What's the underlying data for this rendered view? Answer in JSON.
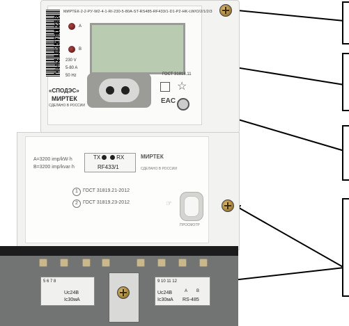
{
  "meter": {
    "model_line": "МИРТЕК-2-2-РУ-W2-4-1-RI-230-5-80A-ST-RS485-RF433/1-D1-P2-HK-LW/O/2/1/2/3",
    "serial_number": "421025741238",
    "serial_prefix": "№",
    "led_a_label": "A",
    "led_b_label": "B",
    "voltage": "230 V",
    "current": "5-80 A",
    "frequency": "50 Hz",
    "standard_top": "ГОСТ 31818.11",
    "brand_line1": "«СПОДЭС»",
    "brand_line2": "МИРТЕК",
    "made_in": "СДЕЛАНО В РОССИИ",
    "eac_mark": "EAC"
  },
  "cover": {
    "const_a": "A=3200 imp/kW·h",
    "const_b": "B=3200 imp/kvar·h",
    "tx_label": "TX",
    "rx_label": "RX",
    "radio_module": "RF433/1",
    "brand": "МИРТЕК",
    "made_in": "СДЕЛАНО В РОССИИ",
    "gost_1": "ГОСТ 31819.21-2012",
    "gost_2": "ГОСТ 31819.23-2012",
    "button_label": "ПРОСМОТР"
  },
  "terminal": {
    "left_pins": "5 6 7 8",
    "left_rating_1": "Uc24B",
    "left_rating_2": "Ic30мА",
    "right_pins": "9 10 11 12",
    "right_rating_1": "Uc24B",
    "right_rating_2": "Ic30мА",
    "right_bus_a": "A",
    "right_bus_b": "B",
    "right_bus": "RS-485"
  }
}
